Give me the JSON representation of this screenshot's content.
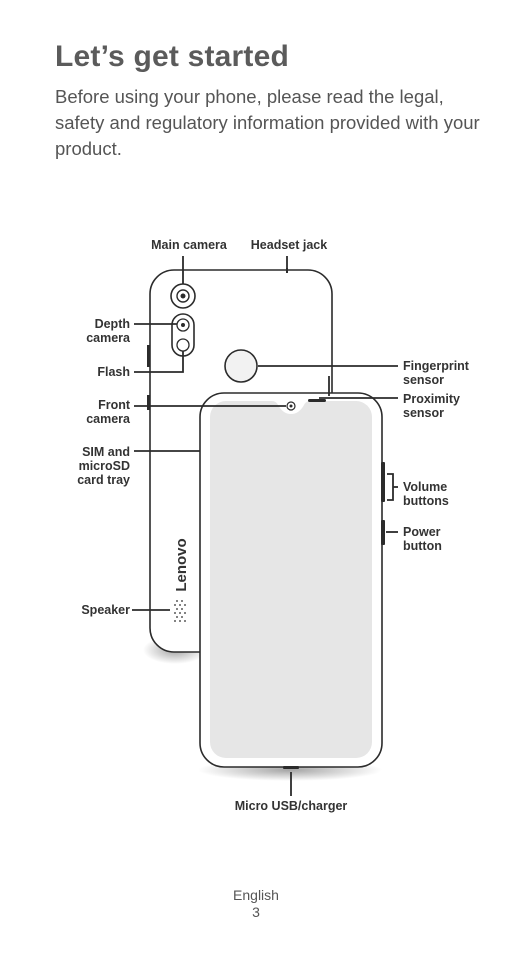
{
  "page": {
    "title": "Let’s get started",
    "intro": "Before using your phone, please read the legal, safety and regulatory information provided with your product."
  },
  "diagram": {
    "brand": "Lenovo",
    "labels": {
      "main_camera": "Main camera",
      "headset_jack": "Headset jack",
      "depth_camera": "Depth\ncamera",
      "flash": "Flash",
      "front_camera": "Front\ncamera",
      "sim_tray": "SIM and\nmicroSD\ncard tray",
      "speaker": "Speaker",
      "fingerprint_sensor": "Fingerprint\nsensor",
      "proximity_sensor": "Proximity\nsensor",
      "volume_buttons": "Volume\nbuttons",
      "power_button": "Power\nbutton",
      "micro_usb": "Micro USB/charger"
    }
  },
  "footer": {
    "language": "English",
    "page_number": "3"
  }
}
